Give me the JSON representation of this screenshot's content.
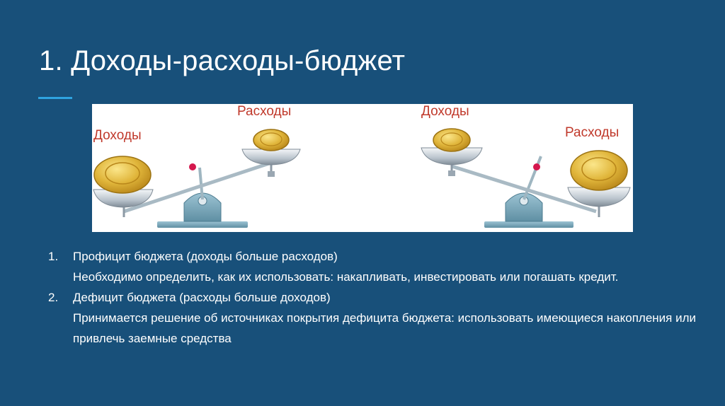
{
  "slide": {
    "title": "1. Доходы-расходы-бюджет",
    "accent_color": "#2fa3e0",
    "background_color": "#18507a"
  },
  "illustration": {
    "left_scale": {
      "label_low": "Доходы",
      "label_high": "Расходы",
      "heavier_side": "left",
      "icons": [
        "coin-icon",
        "scale-icon"
      ]
    },
    "right_scale": {
      "label_high": "Доходы",
      "label_low": "Расходы",
      "heavier_side": "right",
      "icons": [
        "coin-icon",
        "scale-icon"
      ]
    },
    "label_color": "#c0392b",
    "coin_color": "#e0b53a"
  },
  "list": [
    {
      "number": "1.",
      "heading": "Профицит бюджета (доходы больше расходов)",
      "text": "Необходимо определить, как их использовать: накапливать, инвестировать или погашать кредит."
    },
    {
      "number": "2.",
      "heading": "Дефицит бюджета (расходы больше доходов)",
      "text": "Принимается решение об источниках покрытия дефицита бюджета: использовать имеющиеся накопления или привлечь заемные средства"
    }
  ]
}
